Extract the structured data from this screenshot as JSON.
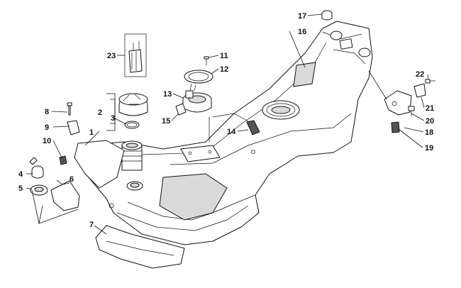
{
  "callouts": [
    {
      "id": "1",
      "text": "1"
    },
    {
      "id": "2",
      "text": "2"
    },
    {
      "id": "3",
      "text": "3"
    },
    {
      "id": "4",
      "text": "4"
    },
    {
      "id": "5",
      "text": "5"
    },
    {
      "id": "6",
      "text": "6"
    },
    {
      "id": "7",
      "text": "7"
    },
    {
      "id": "8",
      "text": "8"
    },
    {
      "id": "9",
      "text": "9"
    },
    {
      "id": "10",
      "text": "10"
    },
    {
      "id": "11",
      "text": "11"
    },
    {
      "id": "12",
      "text": "12"
    },
    {
      "id": "13",
      "text": "13"
    },
    {
      "id": "14",
      "text": "14"
    },
    {
      "id": "15",
      "text": "15"
    },
    {
      "id": "16",
      "text": "16"
    },
    {
      "id": "17",
      "text": "17"
    },
    {
      "id": "18",
      "text": "18"
    },
    {
      "id": "19",
      "text": "19"
    },
    {
      "id": "20",
      "text": "20"
    },
    {
      "id": "21",
      "text": "21"
    },
    {
      "id": "22",
      "text": "22"
    },
    {
      "id": "23",
      "text": "23"
    }
  ],
  "colors": {
    "line": "#111111",
    "shade": "#d9d9d9",
    "background": "#ffffff"
  }
}
